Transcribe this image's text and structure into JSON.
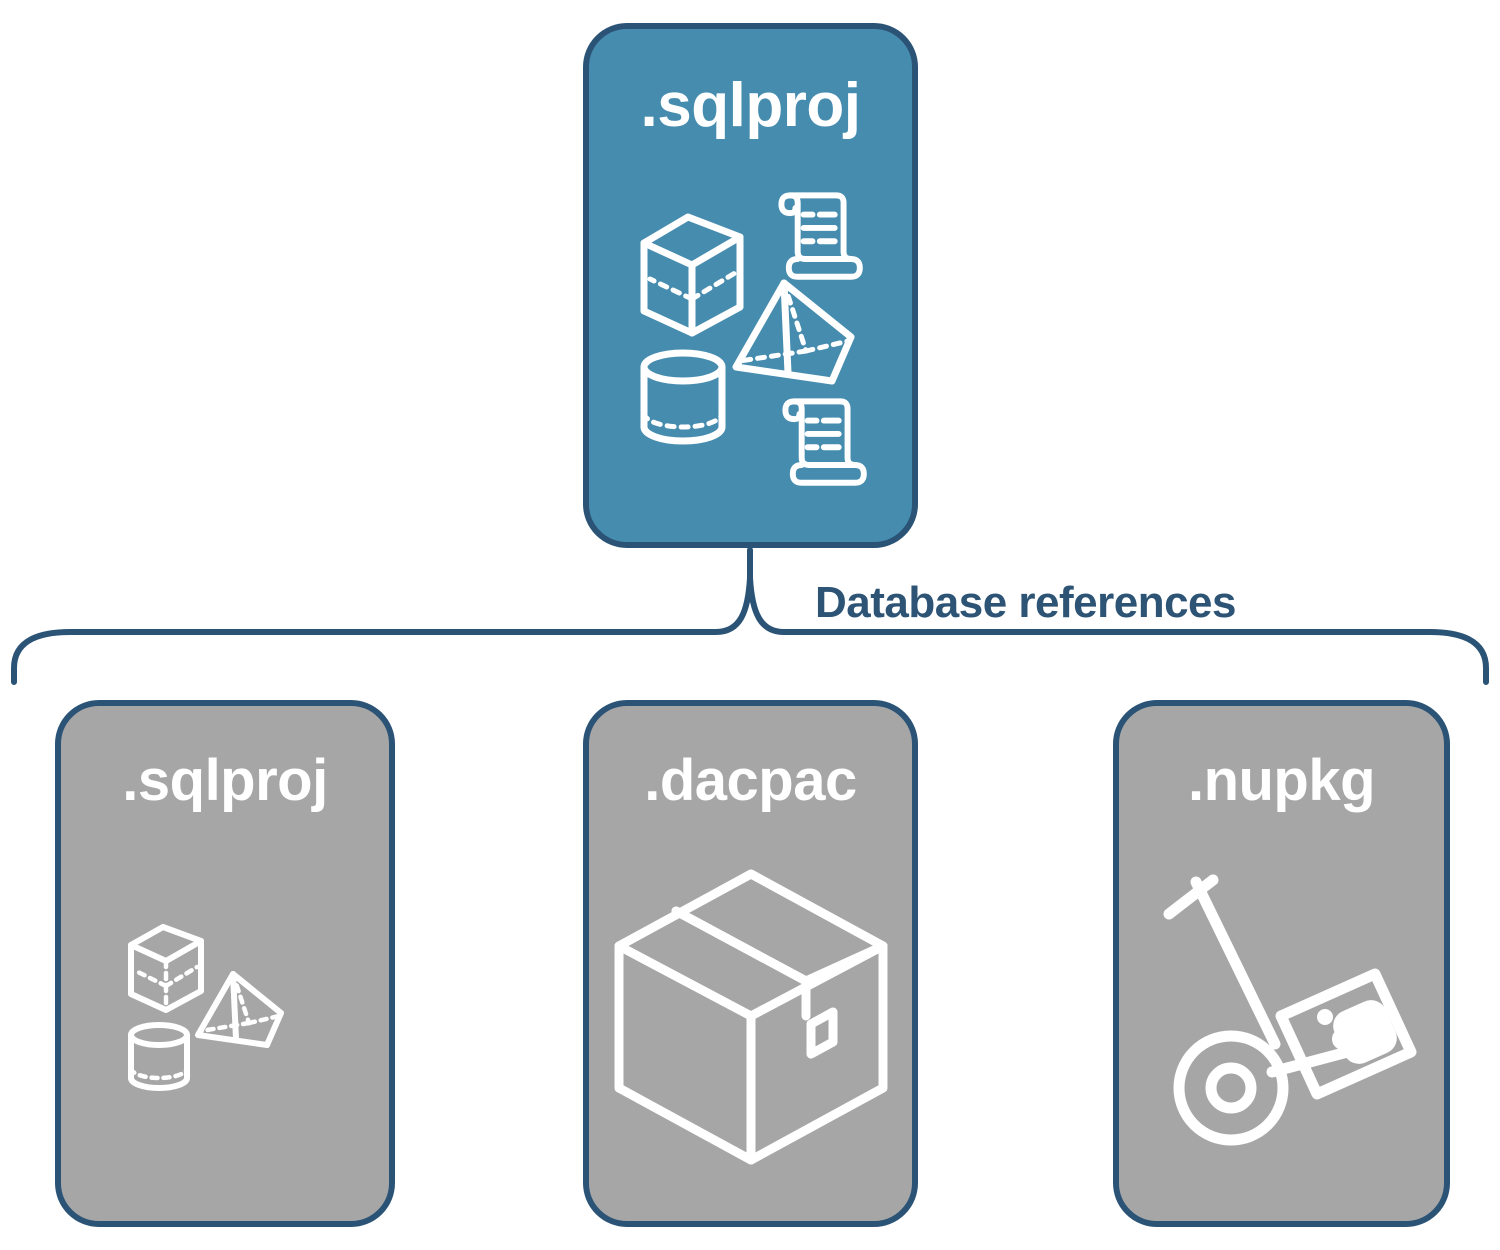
{
  "diagram": {
    "title_text": "Database references",
    "colors": {
      "primary_card_fill": "#468CAF",
      "reference_card_fill": "#A6A6A6",
      "stroke": "#2B5376",
      "label_text": "#2E5475",
      "icon": "#FFFFFF",
      "background": "#FFFFFF"
    },
    "source": {
      "label": ".sqlproj",
      "icons": [
        "cube-icon",
        "pyramid-icon",
        "cylinder-icon",
        "script-scroll-icon",
        "script-scroll-icon"
      ]
    },
    "connector": {
      "label": "Database references",
      "style": "curly-brace-bracket",
      "direction": "one-to-many"
    },
    "references": [
      {
        "label": ".sqlproj",
        "icons": [
          "cube-icon",
          "pyramid-icon",
          "cylinder-icon"
        ]
      },
      {
        "label": ".dacpac",
        "icons": [
          "package-box-icon"
        ]
      },
      {
        "label": ".nupkg",
        "icons": [
          "hand-truck-nuget-icon"
        ]
      }
    ]
  }
}
